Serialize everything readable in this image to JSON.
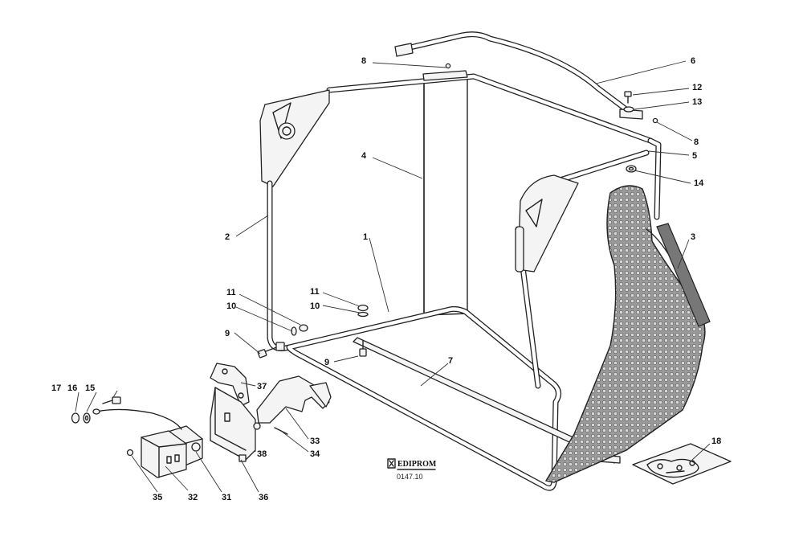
{
  "drawing": {
    "logo_text": "EDIPROM",
    "drawing_code": "0147.10",
    "mesh_color": "#8a8a8a",
    "line_color": "#222222"
  },
  "callouts": [
    {
      "id": "c8a",
      "label": "8"
    },
    {
      "id": "c6",
      "label": "6"
    },
    {
      "id": "c12",
      "label": "12"
    },
    {
      "id": "c13",
      "label": "13"
    },
    {
      "id": "c8b",
      "label": "8"
    },
    {
      "id": "c5",
      "label": "5"
    },
    {
      "id": "c14",
      "label": "14"
    },
    {
      "id": "c4",
      "label": "4"
    },
    {
      "id": "c3",
      "label": "3"
    },
    {
      "id": "c2",
      "label": "2"
    },
    {
      "id": "c1",
      "label": "1"
    },
    {
      "id": "c11a",
      "label": "11"
    },
    {
      "id": "c10a",
      "label": "10"
    },
    {
      "id": "c11b",
      "label": "11"
    },
    {
      "id": "c10b",
      "label": "10"
    },
    {
      "id": "c9a",
      "label": "9"
    },
    {
      "id": "c9b",
      "label": "9"
    },
    {
      "id": "c7",
      "label": "7"
    },
    {
      "id": "c37",
      "label": "37"
    },
    {
      "id": "c17",
      "label": "17"
    },
    {
      "id": "c16",
      "label": "16"
    },
    {
      "id": "c15",
      "label": "15"
    },
    {
      "id": "c33",
      "label": "33"
    },
    {
      "id": "c34",
      "label": "34"
    },
    {
      "id": "c38",
      "label": "38"
    },
    {
      "id": "c35",
      "label": "35"
    },
    {
      "id": "c32",
      "label": "32"
    },
    {
      "id": "c31",
      "label": "31"
    },
    {
      "id": "c36",
      "label": "36"
    },
    {
      "id": "c18",
      "label": "18"
    }
  ]
}
